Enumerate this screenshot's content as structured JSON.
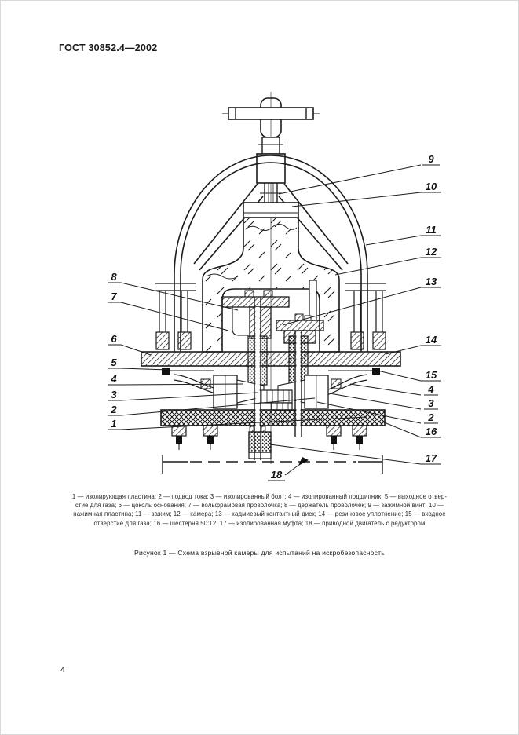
{
  "page": {
    "standard": "ГОСТ 30852.4—2002",
    "number": "4"
  },
  "figure": {
    "title": "Рисунок  1 — Схема взрывной камеры для испытаний на искробезопасность",
    "caption_lines": [
      "1 — изолирующая пластина; 2 — подвод тока; 3 — изолированный болт; 4 — изолированный подшипник; 5 — выходное отвер-",
      "стие для газа; 6 — цоколь основания; 7 — вольфрамовая проволочка; 8 — держатель проволочек; 9 — зажимной винт; 10 —",
      "нажимная пластина; 11 — зажим; 12 — камера; 13 — кадмиевый контактный диск; 14 — резиновое уплотнение; 15 — входное",
      "отверстие для газа; 16 — шестерня 50:12; 17 — изолированная муфта; 18 — приводной двигатель с редуктором"
    ],
    "callouts": [
      "9",
      "10",
      "11",
      "12",
      "13",
      "14",
      "15",
      "4",
      "3",
      "2",
      "16",
      "17",
      "8",
      "7",
      "6",
      "5",
      "4",
      "3",
      "2",
      "1",
      "18"
    ],
    "legend_items": [
      {
        "num": "1",
        "label": "изолирующая пластина"
      },
      {
        "num": "2",
        "label": "подвод тока"
      },
      {
        "num": "3",
        "label": "изолированный болт"
      },
      {
        "num": "4",
        "label": "изолированный подшипник"
      },
      {
        "num": "5",
        "label": "выходное отверстие для газа"
      },
      {
        "num": "6",
        "label": "цоколь основания"
      },
      {
        "num": "7",
        "label": "вольфрамовая проволочка"
      },
      {
        "num": "8",
        "label": "держатель проволочек"
      },
      {
        "num": "9",
        "label": "зажимной винт"
      },
      {
        "num": "10",
        "label": "нажимная пластина"
      },
      {
        "num": "11",
        "label": "зажим"
      },
      {
        "num": "12",
        "label": "камера"
      },
      {
        "num": "13",
        "label": "кадмиевый контактный диск"
      },
      {
        "num": "14",
        "label": "резиновое уплотнение"
      },
      {
        "num": "15",
        "label": "входное отверстие для газа"
      },
      {
        "num": "16",
        "label": "шестерня 50:12"
      },
      {
        "num": "17",
        "label": "изолированная муфта"
      },
      {
        "num": "18",
        "label": "приводной двигатель с редуктором"
      }
    ]
  }
}
